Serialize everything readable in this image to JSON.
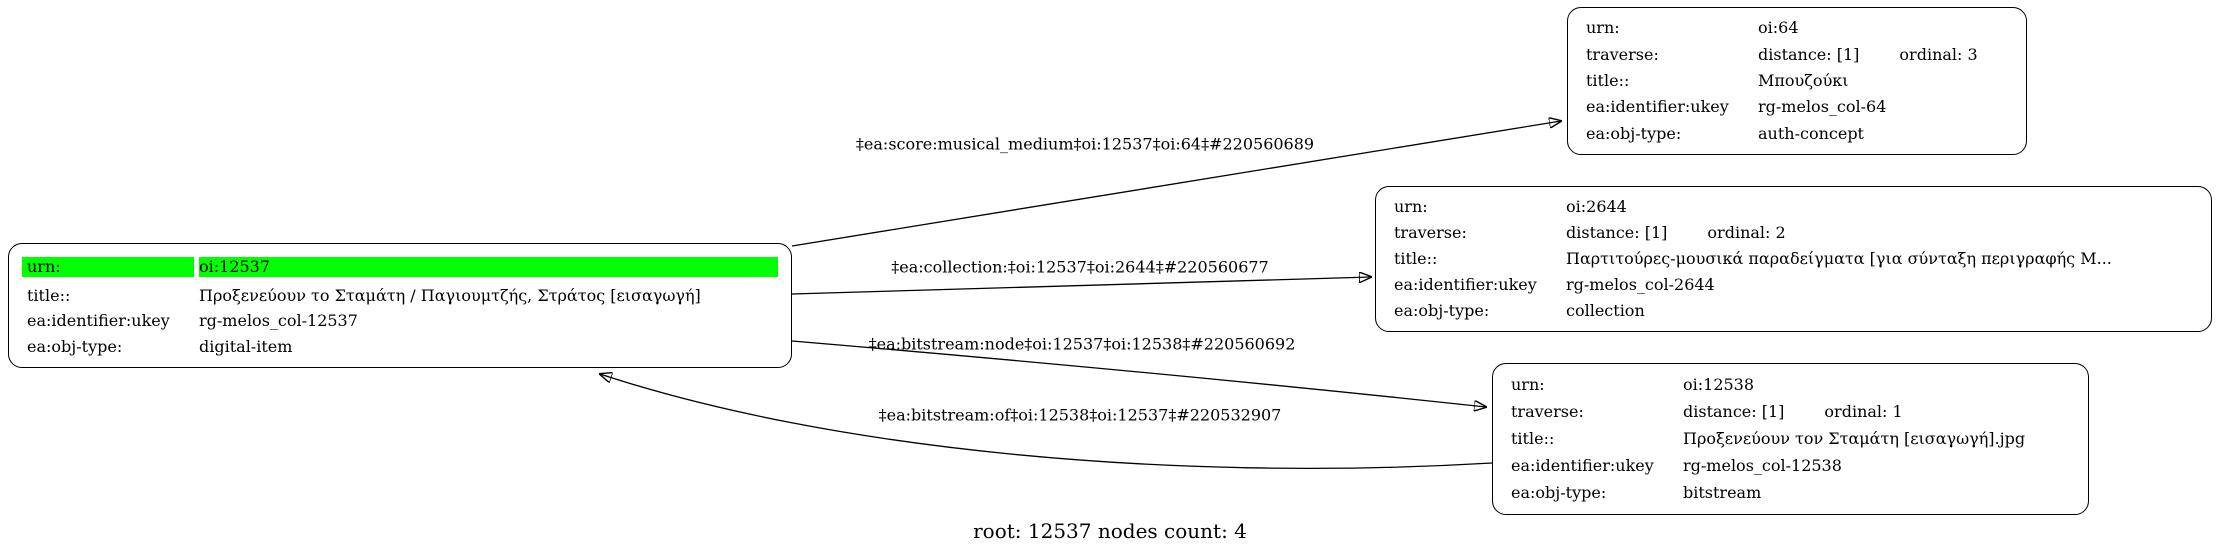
{
  "diagram": {
    "background_color": "#ffffff",
    "highlight_color": "#00ff00",
    "root_caption": "root: 12537 nodes count: 4",
    "nodes": {
      "n12537": {
        "rows": [
          {
            "label": "urn:",
            "value": "oi:12537"
          },
          {
            "label": "title::",
            "value": "Προξενεύουν το Σταμάτη / Παγιουμτζής, Στράτος [εισαγωγή]"
          },
          {
            "label": "ea:identifier:ukey",
            "value": "rg-melos_col-12537"
          },
          {
            "label": "ea:obj-type:",
            "value": "digital-item"
          }
        ]
      },
      "n64": {
        "rows": [
          {
            "label": "urn:",
            "value": "oi:64"
          },
          {
            "label": "traverse:",
            "value": "distance: [1]",
            "ordinal": "ordinal: 3"
          },
          {
            "label": "title::",
            "value": "Μπουζούκι"
          },
          {
            "label": "ea:identifier:ukey",
            "value": "rg-melos_col-64"
          },
          {
            "label": "ea:obj-type:",
            "value": "auth-concept"
          }
        ]
      },
      "n2644": {
        "rows": [
          {
            "label": "urn:",
            "value": "oi:2644"
          },
          {
            "label": "traverse:",
            "value": "distance: [1]",
            "ordinal": "ordinal: 2"
          },
          {
            "label": "title::",
            "value": "Παρτιτούρες-μουσικά παραδείγματα [για σύνταξη περιγραφής Μ..."
          },
          {
            "label": "ea:identifier:ukey",
            "value": "rg-melos_col-2644"
          },
          {
            "label": "ea:obj-type:",
            "value": "collection"
          }
        ]
      },
      "n12538": {
        "rows": [
          {
            "label": "urn:",
            "value": "oi:12538"
          },
          {
            "label": "traverse:",
            "value": "distance: [1]",
            "ordinal": "ordinal: 1"
          },
          {
            "label": "title::",
            "value": "Προξενεύουν τον Σταμάτη [εισαγωγή].jpg"
          },
          {
            "label": "ea:identifier:ukey",
            "value": "rg-melos_col-12538"
          },
          {
            "label": "ea:obj-type:",
            "value": "bitstream"
          }
        ]
      }
    },
    "edges": {
      "e1": {
        "label": "‡ea:score:musical_medium‡oi:12537‡oi:64‡#220560689"
      },
      "e2": {
        "label": "‡ea:collection:‡oi:12537‡oi:2644‡#220560677"
      },
      "e3": {
        "label": "‡ea:bitstream:node‡oi:12537‡oi:12538‡#220560692"
      },
      "e4": {
        "label": "‡ea:bitstream:of‡oi:12538‡oi:12537‡#220532907"
      }
    }
  }
}
